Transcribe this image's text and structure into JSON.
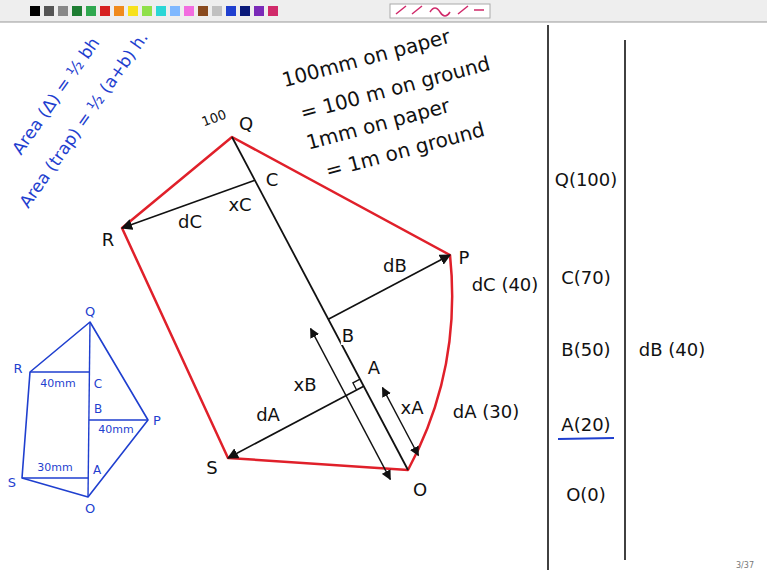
{
  "diagram": {
    "labels": [
      "Area (Δ) = ½ bh",
      "Area (trap) = ½ (a+b) h.",
      "100mm on paper",
      "= 100 m on ground",
      "1mm on paper",
      "= 1m on ground",
      "100",
      "Q",
      "C",
      "dC",
      "xC",
      "R",
      "P",
      "dB",
      "B",
      "xB",
      "A",
      "dA",
      "xA",
      "S",
      "O",
      "Q(100)",
      "C(70)",
      "B(50)",
      "A(20)",
      "O(0)",
      "dC (40)",
      "dB (40)",
      "dA (30)",
      "Q",
      "R",
      "40mm",
      "C",
      "B",
      "40mm",
      "P",
      "S",
      "30mm",
      "A",
      "O",
      "3/37"
    ]
  }
}
